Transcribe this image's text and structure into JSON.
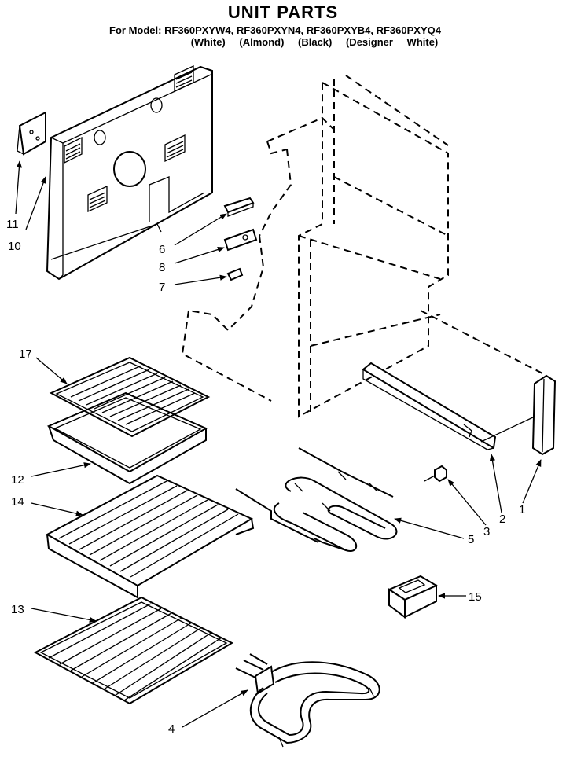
{
  "header": {
    "title": "UNIT PARTS",
    "models": "For Model: RF360PXYW4, RF360PXYN4, RF360PXYB4, RF360PXYQ4",
    "variants": "(White)   (Almond)   (Black)   (Designer White)"
  },
  "callouts": [
    "1",
    "2",
    "3",
    "4",
    "5",
    "6",
    "7",
    "8",
    "10",
    "11",
    "12",
    "13",
    "14",
    "15",
    "17"
  ]
}
